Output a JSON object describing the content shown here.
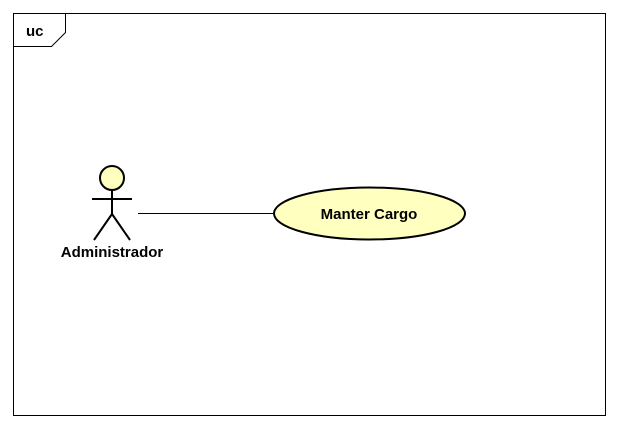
{
  "frame": {
    "tag": "uc"
  },
  "actor": {
    "name": "Administrador",
    "icon": "stick-figure-icon"
  },
  "use_case": {
    "name": "Manter Cargo"
  },
  "colors": {
    "element_fill": "#FFFFC0",
    "stroke": "#000000",
    "background": "#FFFFFF"
  }
}
